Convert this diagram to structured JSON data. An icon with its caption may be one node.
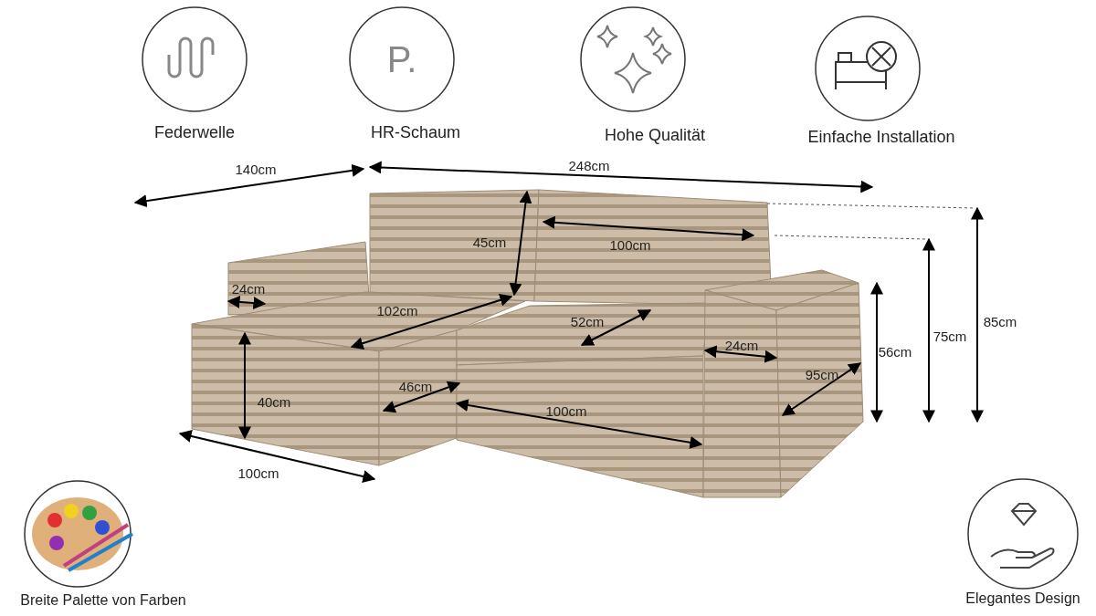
{
  "diagram": {
    "labels": [
      "P.",
      "Federwelle",
      "HR-Schaum",
      "Hohe Qualität",
      "Einfache Installation",
      "140cm",
      "248cm",
      "45cm",
      "100cm",
      "24cm",
      "102cm",
      "52cm",
      "24cm",
      "56cm",
      "75cm",
      "85cm",
      "95cm",
      "46cm",
      "40cm",
      "100cm",
      "100cm",
      "Breite Palette von Farben",
      "Elegantes Design"
    ]
  }
}
